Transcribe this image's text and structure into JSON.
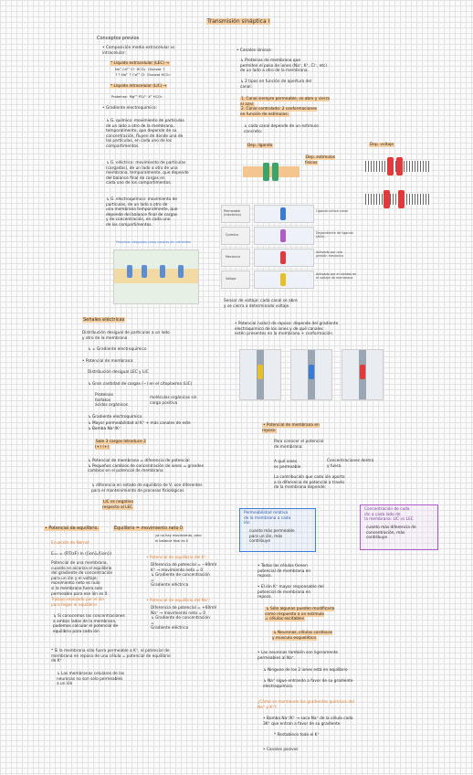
{
  "title": "Transmisión sináptica I",
  "left_col": {
    "conceptos": "Conceptos previos",
    "composicion": "• Composición medio extracelular vs\n  intracelular:",
    "lec": "* Líquido extracelular (LEC) →",
    "lec_ions": "Na⁺  Ca²⁺  Cl⁻  HCO₃⁻  Glucosa  ↑\n↑↑ Na⁺  ↑ Ca²⁺  Cl⁻  Glucosa  HCO₃⁻",
    "lic": "* Líquido intracelular (LIC) →",
    "lic_ions": "Proteínas⁻  Mg²⁺  PO₄³⁻  K⁺  HCO₃⁻",
    "gradiente": "• Gradiente electroquímico:",
    "quimico": "↳ G. químico: movimiento de partículas\n   de un lado a otro de la membrana,\n   temporalmente, que depende de su\n   concentración, fluyen de donde una de\n   las partículas, en cada uno de los\n   compartimentos.",
    "electrico": "↳ G. eléctrico: movimiento de partículas\n   (cargadas), de un lado a otro de una\n   membrana, temporalmente, que depende\n   del balance final de cargas en\n   cada uno de los compartimentos.",
    "electroquimico": "↳ G. electroquímico: movimiento de\n   partículas, de un lado a otro de\n   una membrana temporalmente, que\n   depende del balance final de cargas\n   y de concentración, en cada uno\n   de los compartimentos.",
    "fig_caption": "Proteínas integrales como canales de nutrientes"
  },
  "right_col": {
    "canales": "• Canales iónicos:",
    "canales_def": "↳ Proteínas de membrana que\n   permiten el paso de iones (Na⁺, K⁺, Cl⁻, etc)\n   de un lado a otro de la membrana.",
    "canales_apertura": "↳ 2 tipos en función de apertura del\n   canal:",
    "canal_siempre": "1. Canal siempre permeable, se abre y cierra\n   al azar.",
    "canal_regulado": "2. Canal controlado: 2 conformaciones\n   en función de estímulos:",
    "cerrado_abierto": "↳ cada canal depende de un estímulo\n   concreto:",
    "lbl_ligando": "Dep. ligando",
    "lbl_fisicos": "Dep. estímulos\nfísicos",
    "lbl_voltaje": "Dep. voltaje",
    "tbl_rows": [
      "Permeable (mecánico)",
      "Químico",
      "Mecánico",
      "Voltaje"
    ],
    "tbl_caps": [
      "Ligando activa canal",
      "Dependiente de ligando (ACh)",
      "Activado por una\npresión mecánica",
      "Activado por el cambio en\nel voltaje de membrana"
    ],
    "voltaje_note": "Sensor de voltaje: cada canal se abre\ny se cierra a determinado voltaje."
  },
  "mid_left": {
    "senales": "Señales eléctricas",
    "distrib": "Distribución desigual de partículas a un lado\ny otro de la membrana",
    "gradiente_el": "↳ = Gradiente electroquímico",
    "potencial": "• Potencial de membrana:",
    "distrib2": "Distribución desigual LEC y LIC",
    "gran_cantidad": "↳ Gran cantidad de cargas (−) en el citoplasma (LIC)",
    "proteinas": "Proteínas\nfosfatos\nácidos orgánicos",
    "moleculas": "moléculas orgánicas sin\ncarga positiva",
    "grad_el": "↳ Gradiente electroquímico",
    "mayor_perm": "↳ Mayor permeabilidad al K⁺ + más canales de este\n↳ Bomba Na⁺/K⁺",
    "sale3": "Sale 3 cargas    Introduce 2\n  (+)                  (+)",
    "pot_mem": "↳ Potencial de membrana = diferencia de potencial\n↳ Pequeños cambios de concentración de iones = grandes\n   cambios en el potencial de membrana",
    "diferencia": "↳ diferencia en estado de equilibrio de V, son diferentes\n   para el mantenimiento de procesos fisiológicos",
    "lic_neg": "LIC es negativo\nrespecto al LEC"
  },
  "mid_right": {
    "pot_reposo": "• Potencial (valor) de reposo: depende del gradiente\n   electroquímico de los iones y de qué canales\n   estén presentes en la membrana + conformación",
    "pot_mem_reposo": "• Potencial de membrana en\n   reposo",
    "para_conocer": "Para conocer el potencial\nde membrana:",
    "a_qué_iones": "A qué iones\nes permeable",
    "concentraciones": "Concentraciones dentro\ny fuera.",
    "contribucion": "La contribución que cada ión aporta\na la diferencia de potencial a través\nde la membrana depende:",
    "perm_relativa": "Permeabilidad relativa\nde la membrana a cada\nión",
    "perm_body": "cuanto más permeable\npara un ión, más\ncontribuye",
    "conc_hdr": "Concentración de cada\nión a cada lado de\nla membrana: LIC vs LEC",
    "conc_body": "cuanto más diferencia de\nconcentración, más\ncontribuye"
  },
  "bottom_left": {
    "pot_eq": "• Potencial de equilibrio:",
    "equilibrio": "Equilibrio = movimiento neto 0",
    "equilibrio_sub": "ya no hay movimiento, pero\nel balance final es 0",
    "ecuacion": "Ecuación de Nernst",
    "formula": "Eᵢₒₙ = (RT/zF) ln ([ion]ₑ/[ion]ᵢ)",
    "formula_desc": "Potencial de una membrana,\ncuando se alcanza el equilibrio\ndel gradiente de concentración\npara un ión y el voltaje;\nmovimiento neto es nulo\nsi la membrana fuera solo\npermeable para ese ión es 0.",
    "trabajo": "Trabajo realizado por el ión\npara llegar al equilibrio",
    "conociendo": "↳ Si conocemos las concentraciones\n   a ambos lados de la membrana,\n   podemos calcular el potencial de\n   equilibrio para cada ión",
    "si_membrana": "* Si la membrana sólo fuera permeable a K⁺, el potencial de\n  membrana en reposo de una célula = potencial de equilibrio\n  de K⁺",
    "neuronas": "↳ Las membranas celulares de las\n   neuronas no son solo permeables\n   a un ión",
    "pot_eq_K": "• Potencial de equilibrio del K⁺:",
    "pot_eq_K_body": "Diferencia de potencial = −90mV\nK⁺ → movimiento neto = 0\n↳ Gradiente de concentración\n     =\n   Gradiente eléctrico",
    "pot_eq_Na": "• Potencial de equilibrio del Na⁺:",
    "pot_eq_Na_body": "Diferencia de potencial = +60mV\nNa⁺ → movimiento neto = 0\n↳ Gradiente de concentración\n     =\n   Gradiente eléctrico"
  },
  "bottom_right": {
    "todas": "• Todas las células tienen\n   potencial de membrana en\n   reposo.",
    "ion_K": "• El ión K⁺ mayor responsable del\n   potencial de membrana en\n   reposo.",
    "solo_algunas": "↳ Sólo algunas pueden modificarlo\n   como respuesta a un estímulo\n   = células excitables",
    "neuronas_cel": "↳ Neuronas, células cardíacas\n   y músculo esquelético",
    "neuronas_perm": "• Las neuronas también son ligeramente\n   permeables al Na⁺.",
    "ninguno": "↳ Ninguno de los 2 iones está en equilibrio",
    "flujo": "↳ Na⁺ sigue entrando a favor de su gradiente\n   electroquímico.",
    "como_mantienen": "¿Cómo se mantienen los gradientes químicos del\nNa⁺ y K⁺?",
    "bomba": "• Bomba Na⁺/K⁺ → saca Na⁺ de la célula cada\n   3K⁺ que entran a favor de su gradiente",
    "restablece": "* Restablece todo el K⁺",
    "canales_pasivos": "• Canales pasivos"
  },
  "colors": {
    "accent": "#e07a2e",
    "highlight": "#f7cfa0",
    "channel_red": "#e23a3a",
    "channel_blue": "#3a7bd5",
    "channel_green": "#3aa46b",
    "channel_yellow": "#e6c02a"
  }
}
